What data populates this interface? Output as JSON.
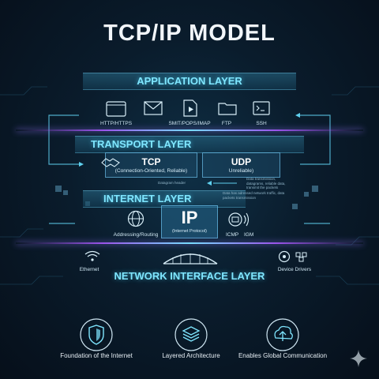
{
  "title": "TCP/IP MODEL",
  "layers": {
    "application": {
      "label": "APPLICATION LAYER",
      "protocols": [
        "HTTP/HTTPS",
        "SMIT/POPS/IMAP",
        "FTP",
        "SSH"
      ]
    },
    "transport": {
      "label": "TRANSPORT LAYER",
      "tcp": {
        "name": "TCP",
        "desc": "(Connection-Oriented, Reliable)"
      },
      "udp": {
        "name": "UDP",
        "desc": "Unreliable)"
      },
      "notes": [
        "Datagram header",
        "Data transmission, datagrams, reliable data, transmit the packets"
      ]
    },
    "internet": {
      "label": "INTERNET LAYER",
      "addressing": "Addressing/Routing",
      "ip": {
        "name": "IP",
        "desc": "(Internet Protocol)"
      },
      "icmp": "ICMP",
      "igm": "IGM",
      "note": "Data has adressed network traffic, data packets transmission"
    },
    "network": {
      "label": "NETWORK INTERFACE LAYER",
      "ethernet": "Ethernet",
      "drivers": "Device Drivers"
    }
  },
  "features": [
    {
      "icon": "shield-icon",
      "label": "Foundation of the Internet"
    },
    {
      "icon": "layers-icon",
      "label": "Layered Architecture"
    },
    {
      "icon": "globe-upload-icon",
      "label": "Enables Global Communication"
    }
  ],
  "colors": {
    "accent": "#7fe6ff",
    "glow": "#a05aff",
    "background": "#0a1c2c"
  }
}
